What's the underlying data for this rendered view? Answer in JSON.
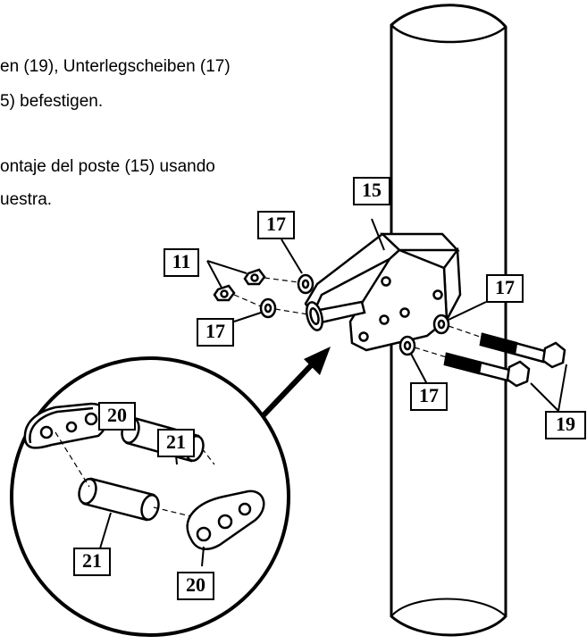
{
  "instructions": {
    "de_line1": "en (19), Unterlegscheiben (17)",
    "de_line2": "5) befestigen.",
    "es_line1": "ontaje del poste (15) usando",
    "es_line2": "uestra."
  },
  "callouts": {
    "post_bracket": "15",
    "washer_upper_left": "17",
    "nut": "11",
    "washer_lower_left": "17",
    "washer_right": "17",
    "washer_lower_right": "17",
    "bolts": "19",
    "plate_top": "20",
    "spacer_top": "21",
    "spacer_bottom": "21",
    "plate_bottom": "20"
  }
}
